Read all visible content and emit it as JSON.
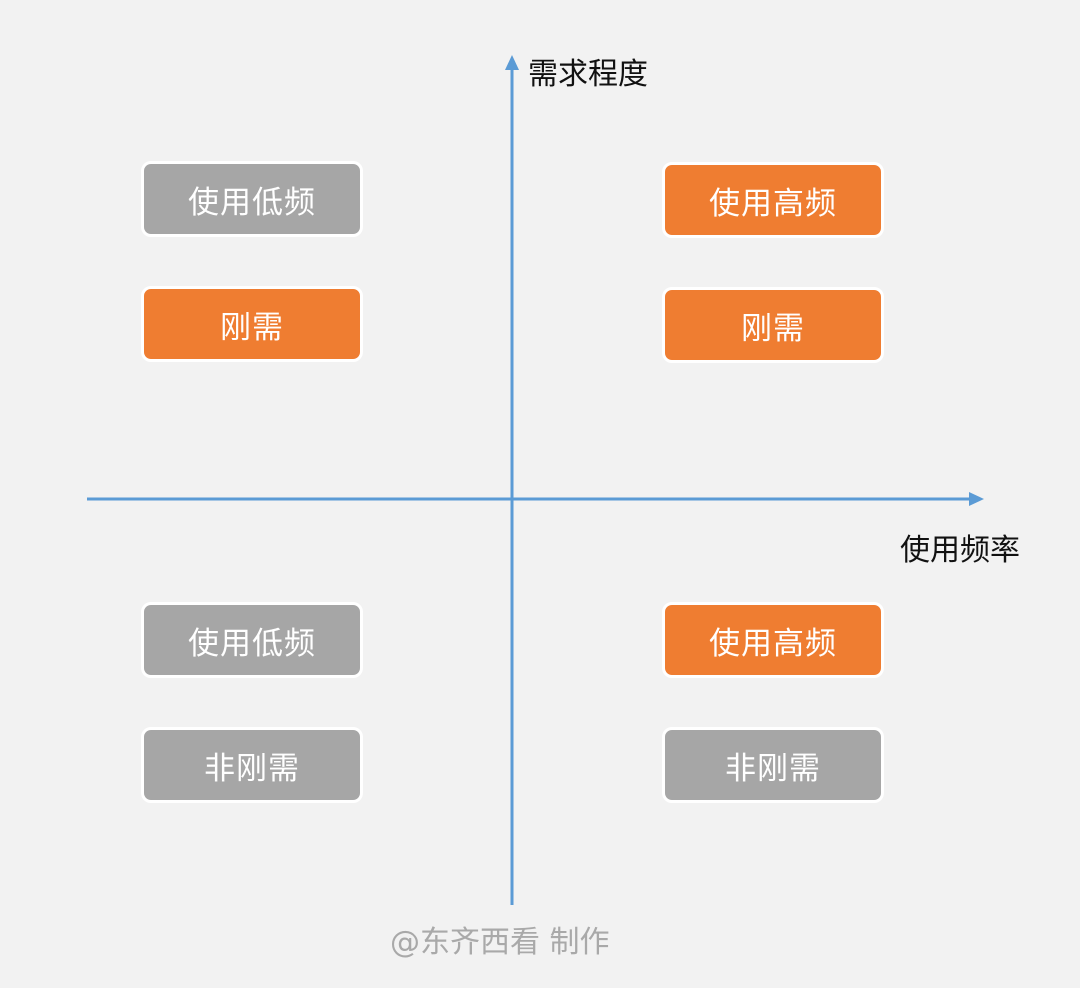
{
  "axes": {
    "y_label": "需求程度",
    "x_label": "使用频率"
  },
  "colors": {
    "orange": "#ef7d31",
    "gray": "#a6a6a6",
    "axis": "#5b9bd5"
  },
  "quadrants": {
    "top_left": {
      "frequency": {
        "label": "使用低频",
        "tone": "gray"
      },
      "need": {
        "label": "刚需",
        "tone": "orange"
      }
    },
    "top_right": {
      "frequency": {
        "label": "使用高频",
        "tone": "orange"
      },
      "need": {
        "label": "刚需",
        "tone": "orange"
      }
    },
    "bottom_left": {
      "frequency": {
        "label": "使用低频",
        "tone": "gray"
      },
      "need": {
        "label": "非刚需",
        "tone": "gray"
      }
    },
    "bottom_right": {
      "frequency": {
        "label": "使用高频",
        "tone": "orange"
      },
      "need": {
        "label": "非刚需",
        "tone": "gray"
      }
    }
  },
  "watermark": "@东齐西看 制作"
}
